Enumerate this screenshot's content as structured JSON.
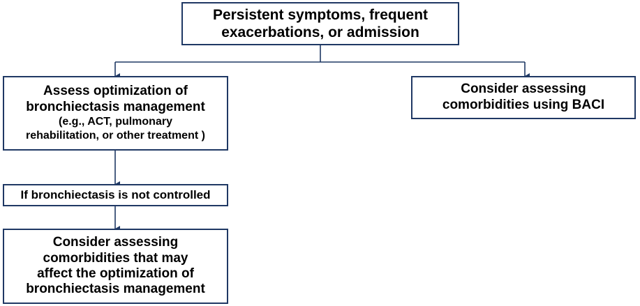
{
  "diagram": {
    "start": {
      "lines": [
        "Persistent symptoms, frequent",
        "exacerbations, or admission"
      ]
    },
    "left_branch": {
      "title_lines": [
        "Assess optimization of",
        "bronchiectasis management"
      ],
      "detail_lines": [
        "(e.g., ACT, pulmonary",
        "rehabilitation, or other treatment )"
      ]
    },
    "right_branch": {
      "lines": [
        "Consider assessing",
        "comorbidities using BACI"
      ]
    },
    "condition": {
      "text": "If bronchiectasis is not controlled"
    },
    "final": {
      "lines": [
        "Consider assessing",
        "comorbidities that may",
        "affect the optimization of",
        "bronchiectasis management"
      ]
    },
    "colors": {
      "border": "#1f3864",
      "connector": "#1f3864"
    }
  }
}
